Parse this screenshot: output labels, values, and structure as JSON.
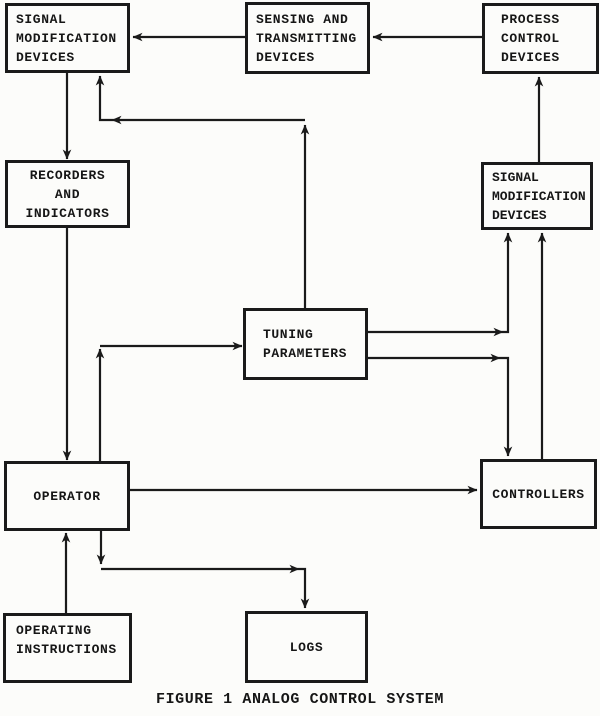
{
  "figure": {
    "caption": "FIGURE 1 ANALOG CONTROL SYSTEM"
  },
  "colors": {
    "ink": "#1a1a1a",
    "paper": "#fcfcfa"
  },
  "boxes": {
    "signal_mod_left": {
      "lines": [
        "SIGNAL",
        "MODIFICATION",
        "DEVICES"
      ]
    },
    "sensing": {
      "lines": [
        "SENSING AND",
        "TRANSMITTING",
        "DEVICES"
      ]
    },
    "process": {
      "lines": [
        "PROCESS",
        "CONTROL",
        "DEVICES"
      ]
    },
    "recorders": {
      "lines": [
        "RECORDERS",
        "AND",
        "INDICATORS"
      ]
    },
    "signal_mod_right": {
      "lines": [
        "SIGNAL",
        "MODIFICATION",
        "DEVICES"
      ]
    },
    "tuning": {
      "lines": [
        "TUNING",
        "PARAMETERS"
      ]
    },
    "operator": {
      "lines": [
        "OPERATOR"
      ]
    },
    "controllers": {
      "lines": [
        "CONTROLLERS"
      ]
    },
    "instructions": {
      "lines": [
        "OPERATING",
        "INSTRUCTIONS"
      ]
    },
    "logs": {
      "lines": [
        "LOGS"
      ]
    }
  },
  "edges": [
    {
      "id": "sensing-to-signal-mod-left",
      "from": "sensing",
      "to": "signal_mod_left"
    },
    {
      "id": "process-to-sensing",
      "from": "process",
      "to": "sensing"
    },
    {
      "id": "signal-mod-left-to-recorders",
      "from": "signal_mod_left",
      "to": "recorders"
    },
    {
      "id": "recorders-to-operator",
      "from": "recorders",
      "to": "operator"
    },
    {
      "id": "instructions-to-operator",
      "from": "instructions",
      "to": "operator"
    },
    {
      "id": "operator-to-tuning",
      "from": "operator",
      "to": "tuning"
    },
    {
      "id": "tuning-to-signal-mod-left",
      "from": "tuning",
      "to": "signal_mod_left"
    },
    {
      "id": "signal-mod-right-to-process",
      "from": "signal_mod_right",
      "to": "process"
    },
    {
      "id": "tuning-to-signal-mod-right",
      "from": "tuning",
      "to": "signal_mod_right"
    },
    {
      "id": "controllers-to-signal-mod-right",
      "from": "controllers",
      "to": "signal_mod_right"
    },
    {
      "id": "tuning-to-controllers",
      "from": "tuning",
      "to": "controllers"
    },
    {
      "id": "operator-to-controllers",
      "from": "operator",
      "to": "controllers"
    },
    {
      "id": "operator-to-logs",
      "from": "operator",
      "to": "logs"
    }
  ]
}
